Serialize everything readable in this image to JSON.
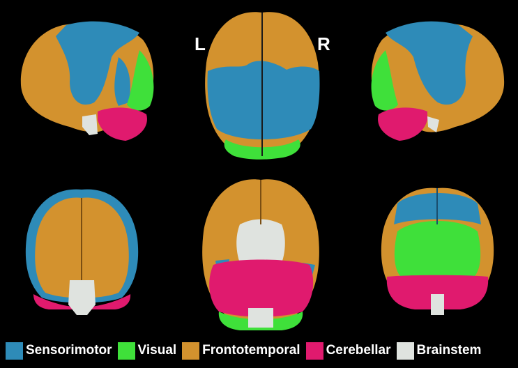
{
  "labels": {
    "left": "L",
    "right": "R"
  },
  "legend": [
    {
      "label": "Sensorimotor",
      "color": "#2e8bb8"
    },
    {
      "label": "Visual",
      "color": "#3fe03a"
    },
    {
      "label": "Frontotemporal",
      "color": "#d3922e"
    },
    {
      "label": "Cerebellar",
      "color": "#e01a6e"
    },
    {
      "label": "Brainstem",
      "color": "#dfe3df"
    }
  ],
  "views": [
    {
      "name": "left-lateral-view"
    },
    {
      "name": "superior-view"
    },
    {
      "name": "right-lateral-view"
    },
    {
      "name": "anterior-view"
    },
    {
      "name": "inferior-view"
    },
    {
      "name": "posterior-view"
    }
  ]
}
